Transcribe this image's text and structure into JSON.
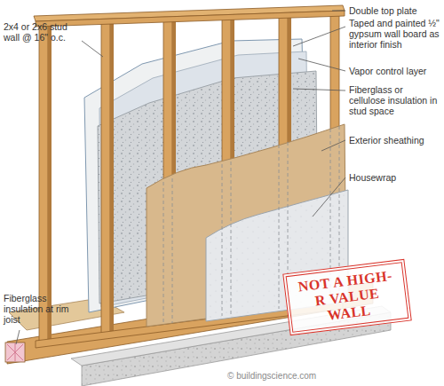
{
  "diagram": {
    "nodes": [
      {
        "text": [
          "NOT A HIGH-R VALUE WALL"
        ]
      }
    ],
    "labels": [
      "Double top plate",
      "Taped and painted ½\" gypsum wall board as interior finish",
      "Vapor control layer",
      "Fiberglass or cellulose insulation in stud space",
      "Exterior sheathing",
      "Housewrap",
      "2x4 or 2x6 stud wall @ 16\" o.c.",
      "Fiberglass insulation at rim joist",
      "© buildingscience.com"
    ]
  }
}
